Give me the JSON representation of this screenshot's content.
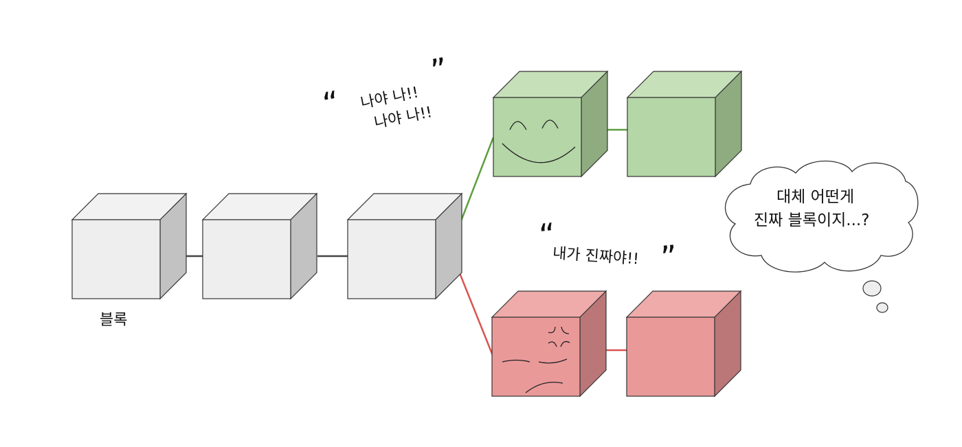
{
  "labels": {
    "block": "블록",
    "green_quote_line1": "나야 나!!",
    "green_quote_line2": "나야 나!!",
    "red_quote": "내가 진짜야!!",
    "thought_line1": "대체 어떤게",
    "thought_line2": "진짜 블록이지...?"
  },
  "quote_marks": {
    "open": "“",
    "close": "”"
  },
  "colors": {
    "gray_front": "#eeeeee",
    "gray_top": "#f2f2f2",
    "gray_side": "#c2c2c2",
    "green_front": "#b5d6a7",
    "green_top": "#c6e0b9",
    "green_side": "#8fab80",
    "red_front": "#ea9999",
    "red_top": "#efaaaa",
    "red_side": "#bb7777",
    "outline": "#333333",
    "green_link": "#5c9e3e",
    "red_link": "#d9534f",
    "gray_link": "#444444"
  }
}
